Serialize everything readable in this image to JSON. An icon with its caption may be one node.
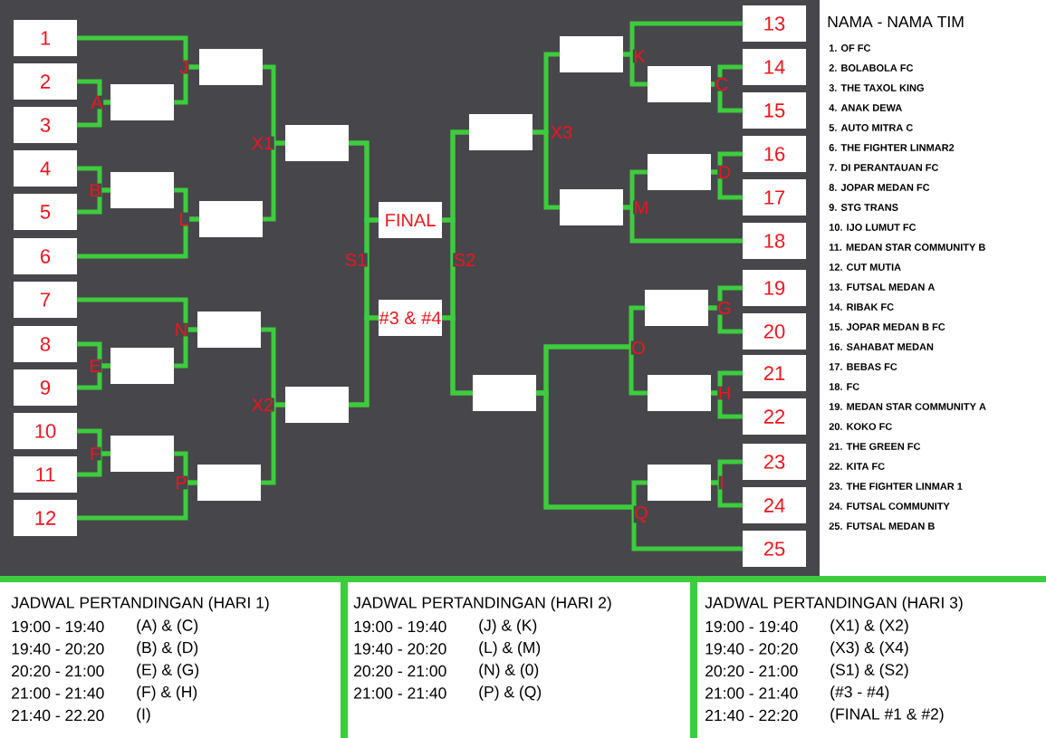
{
  "diagram": {
    "nodes": [
      {
        "text": [
          "1"
        ]
      },
      {
        "text": [
          "2"
        ]
      },
      {
        "text": [
          "3"
        ]
      },
      {
        "text": [
          "4"
        ]
      },
      {
        "text": [
          "5"
        ]
      },
      {
        "text": [
          "6"
        ]
      },
      {
        "text": [
          "7"
        ]
      },
      {
        "text": [
          "8"
        ]
      },
      {
        "text": [
          "9"
        ]
      },
      {
        "text": [
          "10"
        ]
      },
      {
        "text": [
          "11"
        ]
      },
      {
        "text": [
          "12"
        ]
      },
      {
        "text": [
          "13"
        ]
      },
      {
        "text": [
          "14"
        ]
      },
      {
        "text": [
          "15"
        ]
      },
      {
        "text": [
          "16"
        ]
      },
      {
        "text": [
          "17"
        ]
      },
      {
        "text": [
          "18"
        ]
      },
      {
        "text": [
          "19"
        ]
      },
      {
        "text": [
          "20"
        ]
      },
      {
        "text": [
          "21"
        ]
      },
      {
        "text": [
          "22"
        ]
      },
      {
        "text": [
          "23"
        ]
      },
      {
        "text": [
          "24"
        ]
      },
      {
        "text": [
          "25"
        ]
      },
      {
        "text": [],
        "shape": "box"
      },
      {
        "text": [],
        "shape": "box"
      },
      {
        "text": [],
        "shape": "box"
      },
      {
        "text": [],
        "shape": "box"
      },
      {
        "text": [],
        "shape": "box"
      },
      {
        "text": [],
        "shape": "box"
      },
      {
        "text": [],
        "shape": "box"
      },
      {
        "text": [],
        "shape": "box"
      },
      {
        "text": [],
        "shape": "box"
      },
      {
        "text": [],
        "shape": "box"
      },
      {
        "text": [
          "FINAL"
        ]
      },
      {
        "text": [
          "#3 & #4"
        ]
      },
      {
        "text": [],
        "shape": "box"
      },
      {
        "text": [],
        "shape": "box"
      },
      {
        "text": [],
        "shape": "box"
      },
      {
        "text": [],
        "shape": "box"
      },
      {
        "text": [],
        "shape": "box"
      },
      {
        "text": [],
        "shape": "box"
      },
      {
        "text": [],
        "shape": "box"
      },
      {
        "text": [],
        "shape": "box"
      },
      {
        "text": [],
        "shape": "box"
      }
    ],
    "edges": [
      {
        "from": 1,
        "to": 25,
        "arrow": "none"
      },
      {
        "from": 2,
        "to": 25,
        "arrow": "none"
      },
      {
        "from": 0,
        "to": 26,
        "arrow": "none"
      },
      {
        "from": 25,
        "to": 26,
        "arrow": "none"
      },
      {
        "from": 3,
        "to": 27,
        "arrow": "none"
      },
      {
        "from": 4,
        "to": 27,
        "arrow": "none"
      },
      {
        "from": 27,
        "to": 28,
        "arrow": "none"
      },
      {
        "from": 5,
        "to": 28,
        "arrow": "none"
      },
      {
        "from": 26,
        "to": 29,
        "arrow": "none"
      },
      {
        "from": 28,
        "to": 29,
        "arrow": "none"
      },
      {
        "from": 6,
        "to": 30,
        "arrow": "none"
      },
      {
        "from": 31,
        "to": 30,
        "arrow": "none"
      },
      {
        "from": 7,
        "to": 31,
        "arrow": "none"
      },
      {
        "from": 8,
        "to": 31,
        "arrow": "none"
      },
      {
        "from": 9,
        "to": 32,
        "arrow": "none"
      },
      {
        "from": 10,
        "to": 32,
        "arrow": "none"
      },
      {
        "from": 32,
        "to": 33,
        "arrow": "none"
      },
      {
        "from": 11,
        "to": 33,
        "arrow": "none"
      },
      {
        "from": 30,
        "to": 34,
        "arrow": "none"
      },
      {
        "from": 33,
        "to": 34,
        "arrow": "none"
      },
      {
        "from": 29,
        "to": 35,
        "arrow": "none"
      },
      {
        "from": 34,
        "to": 35,
        "arrow": "none"
      },
      {
        "from": 29,
        "to": 36,
        "arrow": "none"
      },
      {
        "from": 34,
        "to": 36,
        "arrow": "none"
      },
      {
        "from": 37,
        "to": 35,
        "arrow": "none"
      },
      {
        "from": 38,
        "to": 35,
        "arrow": "none"
      },
      {
        "from": 37,
        "to": 36,
        "arrow": "none"
      },
      {
        "from": 38,
        "to": 36,
        "arrow": "none"
      },
      {
        "from": 39,
        "to": 37,
        "arrow": "none"
      },
      {
        "from": 40,
        "to": 37,
        "arrow": "none"
      },
      {
        "from": 12,
        "to": 39,
        "arrow": "none"
      },
      {
        "from": 41,
        "to": 39,
        "arrow": "none"
      },
      {
        "from": 13,
        "to": 41,
        "arrow": "none"
      },
      {
        "from": 14,
        "to": 41,
        "arrow": "none"
      },
      {
        "from": 42,
        "to": 40,
        "arrow": "none"
      },
      {
        "from": 17,
        "to": 40,
        "arrow": "none"
      },
      {
        "from": 15,
        "to": 42,
        "arrow": "none"
      },
      {
        "from": 16,
        "to": 42,
        "arrow": "none"
      },
      {
        "from": 43,
        "to": 38,
        "arrow": "none"
      },
      {
        "from": 44,
        "to": 38,
        "arrow": "none"
      },
      {
        "from": 45,
        "to": 38,
        "arrow": "none"
      },
      {
        "from": 24,
        "to": 38,
        "arrow": "none"
      },
      {
        "from": 18,
        "to": 43,
        "arrow": "none"
      },
      {
        "from": 19,
        "to": 43,
        "arrow": "none"
      },
      {
        "from": 20,
        "to": 44,
        "arrow": "none"
      },
      {
        "from": 21,
        "to": 44,
        "arrow": "none"
      },
      {
        "from": 22,
        "to": 45,
        "arrow": "none"
      },
      {
        "from": 23,
        "to": 45,
        "arrow": "none"
      }
    ],
    "labels": [
      "A",
      "J",
      "B",
      "L",
      "X1",
      "N",
      "E",
      "F",
      "P",
      "X2",
      "S1",
      "S2",
      "X3",
      "K",
      "C",
      "M",
      "D",
      "O",
      "G",
      "H",
      "Q",
      "I",
      "NAMA - NAMA TIM",
      "1. OF FC",
      "2. BOLABOLA FC",
      "3. THE TAXOL KING",
      "4. ANAK DEWA",
      "5. AUTO MITRA C",
      "6. THE FIGHTER LINMAR2",
      "7. DI PERANTAUAN FC",
      "8. JOPAR MEDAN FC",
      "9. STG TRANS",
      "10. IJO LUMUT FC",
      "11. MEDAN STAR COMMUNITY B",
      "12. CUT MUTIA",
      "13. FUTSAL MEDAN A",
      "14. RIBAK FC",
      "15. JOPAR MEDAN B FC",
      "16. SAHABAT MEDAN",
      "17. BEBAS FC",
      "18. FC",
      "19. MEDAN STAR COMMUNITY A",
      "20. KOKO FC",
      "21. THE GREEN FC",
      "22. KITA FC",
      "23. THE FIGHTER LINMAR 1",
      "24. FUTSAL COMMUNITY",
      "25. FUTSAL MEDAN B",
      "JADWAL PERTANDINGAN (HARI 1)",
      "19:00 - 19:40",
      "(A) & (C)",
      "19:40 - 20:20",
      "(B) & (D)",
      "20:20 - 21:00",
      "(E) & (G)",
      "21:00 - 21:40",
      "(F) & (H)",
      "21:40 - 22.20",
      "(I)",
      "JADWAL PERTANDINGAN (HARI 2)",
      "19:00 - 19:40",
      "(J) & (K)",
      "19:40 - 20:20",
      "(L) & (M)",
      "20:20 - 21:00",
      "(N) & (0)",
      "21:00 - 21:40",
      "(P) & (Q)",
      "JADWAL PERTANDINGAN (HARI 3)",
      "19:00 - 19:40",
      "(X1) & (X2)",
      "19:40 - 20:20",
      "(X3) & (X4)",
      "20:20 - 21:00",
      "(S1) & (S2)",
      "21:00 - 21:40",
      "(#3 - #4)",
      "21:40 - 22:20",
      "(FINAL #1 & #2)"
    ]
  }
}
